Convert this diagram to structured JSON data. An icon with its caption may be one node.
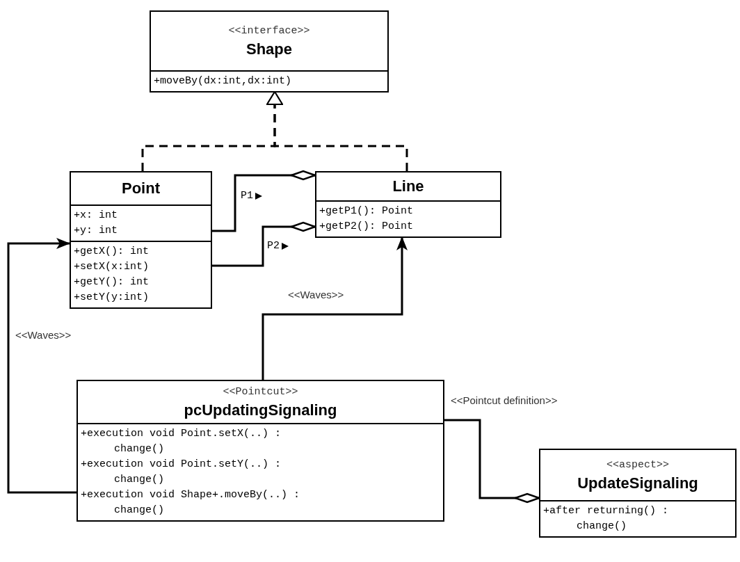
{
  "diagram": {
    "nodes": [
      {
        "text": [
          "<<interface>>",
          "Shape",
          "+moveBy(dx:int,dx:int)"
        ]
      },
      {
        "text": [
          "Point",
          "+x: int",
          "+y: int",
          "+getX(): int",
          "+setX(x:int)",
          "+getY(): int",
          "+setY(y:int)"
        ]
      },
      {
        "text": [
          "Line",
          "+getP1(): Point",
          "+getP2(): Point"
        ]
      },
      {
        "text": [
          "<<Pointcut>>",
          "pcUpdatingSignaling",
          "+execution void Point.setX(..) : change()",
          "+execution void Point.setY(..) : change()",
          "+execution void Shape+.moveBy(..) : change()"
        ]
      },
      {
        "text": [
          "<<aspect>>",
          "UpdateSignaling",
          "+after returning() : change()"
        ]
      }
    ],
    "edges": [
      {
        "from": 1,
        "to": 0,
        "arrow": "to",
        "style": "dashed"
      },
      {
        "from": 2,
        "to": 0,
        "arrow": "to",
        "style": "dashed"
      },
      {
        "from": 1,
        "to": 2,
        "arrow": "other",
        "label": "P1"
      },
      {
        "from": 1,
        "to": 2,
        "arrow": "other",
        "label": "P2"
      },
      {
        "from": 3,
        "to": 1,
        "arrow": "to",
        "label": "<<Waves>>"
      },
      {
        "from": 3,
        "to": 2,
        "arrow": "to",
        "label": "<<Waves>>"
      },
      {
        "from": 3,
        "to": 4,
        "arrow": "other",
        "label": "<<Pointcut definition>>"
      }
    ]
  }
}
